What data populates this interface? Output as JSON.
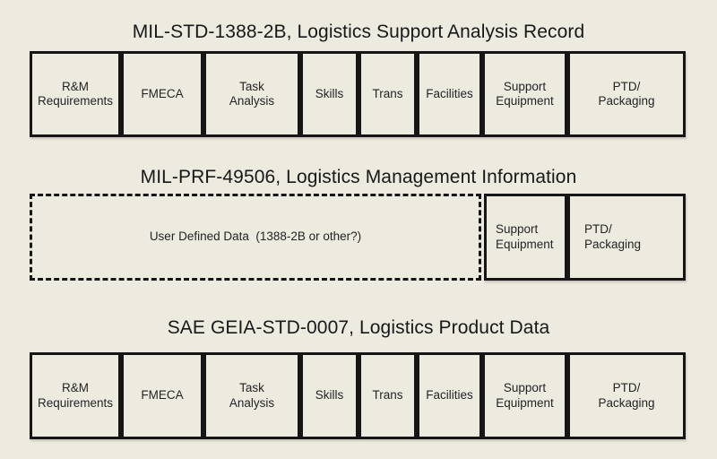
{
  "page": {
    "background_color": "#edeae0",
    "border_color": "#161616",
    "text_color": "#1f1f1f"
  },
  "sections": [
    {
      "id": "mil-std-1388-2b",
      "title": "MIL-STD-1388-2B, Logistics Support Analysis Record",
      "boxes": [
        {
          "label": "R&M\nRequirements"
        },
        {
          "label": "FMECA"
        },
        {
          "label": "Task\nAnalysis"
        },
        {
          "label": "Skills"
        },
        {
          "label": "Trans"
        },
        {
          "label": "Facilities"
        },
        {
          "label": "Support\nEquipment"
        },
        {
          "label": "PTD/\nPackaging"
        }
      ]
    },
    {
      "id": "mil-prf-49506",
      "title": "MIL-PRF-49506, Logistics Management Information",
      "boxes": [
        {
          "label": "User Defined Data  (1388-2B or other?)",
          "border_style": "dashed"
        },
        {
          "label": "Support\nEquipment"
        },
        {
          "label": "PTD/\nPackaging"
        }
      ]
    },
    {
      "id": "sae-geia-std-0007",
      "title": "SAE GEIA-STD-0007, Logistics Product Data",
      "boxes": [
        {
          "label": "R&M\nRequirements"
        },
        {
          "label": "FMECA"
        },
        {
          "label": "Task\nAnalysis"
        },
        {
          "label": "Skills"
        },
        {
          "label": "Trans"
        },
        {
          "label": "Facilities"
        },
        {
          "label": "Support\nEquipment"
        },
        {
          "label": "PTD/\nPackaging"
        }
      ]
    }
  ]
}
